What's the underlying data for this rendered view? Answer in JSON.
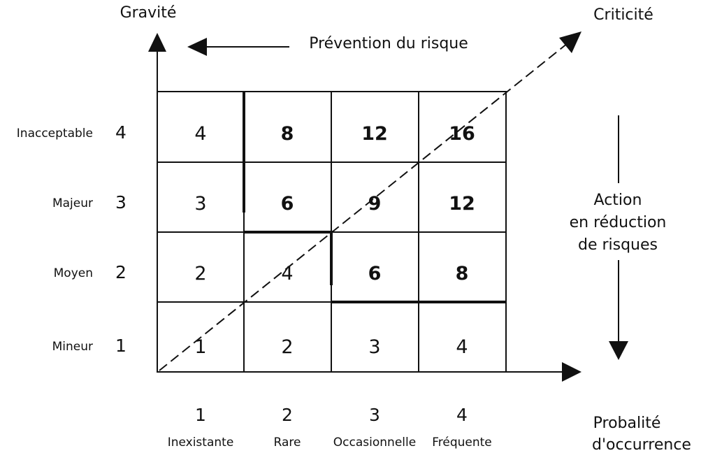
{
  "axes": {
    "y_title": "Gravité",
    "x_title_line1": "Probalité",
    "x_title_line2": "d'occurrence",
    "diagonal_title": "Criticité"
  },
  "annotations": {
    "prevention": "Prévention du risque",
    "action_line1": "Action",
    "action_line2": "en réduction",
    "action_line3": "de risques"
  },
  "rows": [
    {
      "name": "Inacceptable",
      "level": "4"
    },
    {
      "name": "Majeur",
      "level": "3"
    },
    {
      "name": "Moyen",
      "level": "2"
    },
    {
      "name": "Mineur",
      "level": "1"
    }
  ],
  "columns": [
    {
      "name": "Inexistante",
      "level": "1"
    },
    {
      "name": "Rare",
      "level": "2"
    },
    {
      "name": "Occasionnelle",
      "level": "3"
    },
    {
      "name": "Fréquente",
      "level": "4"
    }
  ],
  "cells": [
    [
      "4",
      "8",
      "12",
      "16"
    ],
    [
      "3",
      "6",
      "9",
      "12"
    ],
    [
      "2",
      "4",
      "6",
      "8"
    ],
    [
      "1",
      "2",
      "3",
      "4"
    ]
  ],
  "bold_cells": [
    [
      false,
      true,
      true,
      true
    ],
    [
      false,
      true,
      true,
      true
    ],
    [
      false,
      false,
      true,
      true
    ],
    [
      false,
      false,
      false,
      false
    ]
  ]
}
